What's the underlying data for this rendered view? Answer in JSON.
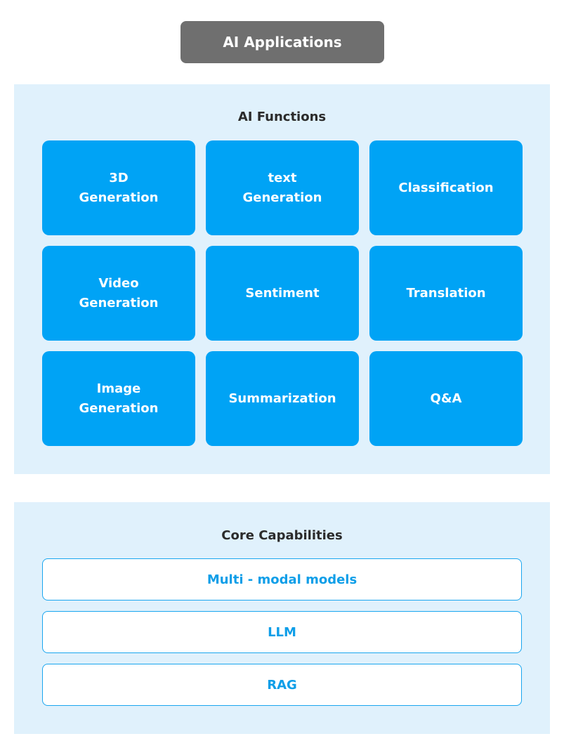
{
  "header": {
    "title": "AI Applications"
  },
  "functions": {
    "title": "AI Functions",
    "tiles": [
      {
        "line1": "3D",
        "line2": "Generation"
      },
      {
        "line1": "text",
        "line2": "Generation"
      },
      {
        "line1": "Classification",
        "line2": ""
      },
      {
        "line1": "Video",
        "line2": "Generation"
      },
      {
        "line1": "Sentiment",
        "line2": ""
      },
      {
        "line1": "Translation",
        "line2": ""
      },
      {
        "line1": "Image",
        "line2": "Generation"
      },
      {
        "line1": "Summarization",
        "line2": ""
      },
      {
        "line1": "Q&A",
        "line2": ""
      }
    ]
  },
  "core": {
    "title": "Core Capabilities",
    "items": [
      {
        "label": "Multi - modal models"
      },
      {
        "label": "LLM"
      },
      {
        "label": "RAG"
      }
    ]
  },
  "colors": {
    "header_bg": "#6f6f6f",
    "panel_bg": "#e0f1fc",
    "tile_bg": "#00a3f5",
    "capability_text": "#0e9ee8"
  }
}
